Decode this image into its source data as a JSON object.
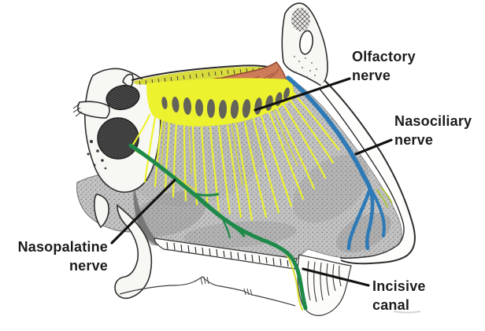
{
  "figure": {
    "labels": [
      {
        "id": "olfactory-nerve",
        "text": "Olfactory\nnerve"
      },
      {
        "id": "nasociliary-nerve",
        "text": "Nasociliary\nnerve"
      },
      {
        "id": "nasopalatine-nerve",
        "text": "Nasopalatine\nnerve"
      },
      {
        "id": "incisive-canal",
        "text": "Incisive\ncanal"
      }
    ],
    "colors": {
      "olfactory_fibers": "#edf22e",
      "olfactory_bulb": "#cd7b58",
      "nasociliary_nerve": "#2d7ab7",
      "nasopalatine_nerve": "#1e8a4a",
      "label_text": "#1c1c1c",
      "leader_line": "#121212"
    }
  }
}
